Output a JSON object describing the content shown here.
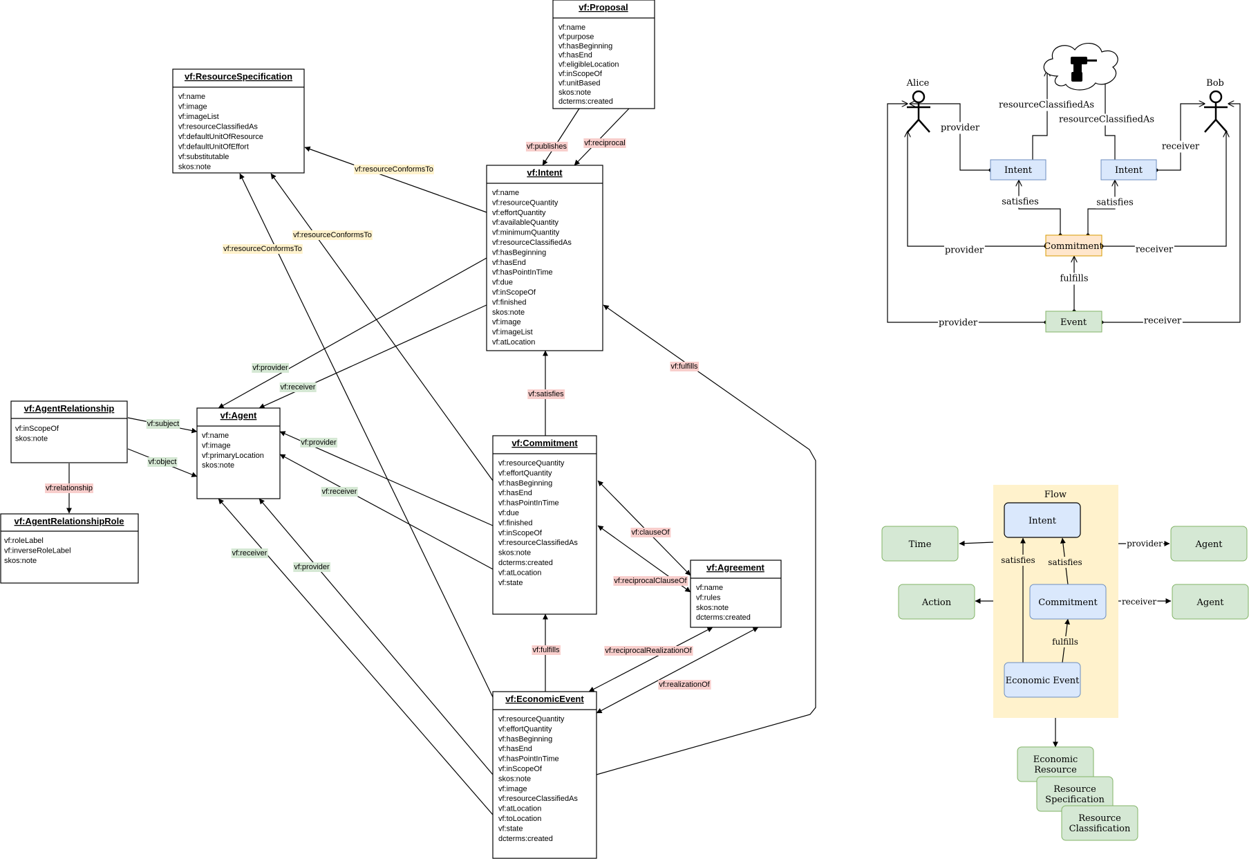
{
  "classes": {
    "proposal": {
      "title": "vf:Proposal",
      "attrs": [
        "vf:name",
        "vf:purpose",
        "vf:hasBeginning",
        "vf:hasEnd",
        "vf:eligibleLocation",
        "vf:inScopeOf",
        "vf:unitBased",
        "skos:note",
        "dcterms:created"
      ]
    },
    "resource_specification": {
      "title": "vf:ResourceSpecification",
      "attrs": [
        "vf:name",
        "vf:image",
        "vf:imageList",
        "vf:resourceClassifiedAs",
        "vf:defaultUnitOfResource",
        "vf:defaultUnitOfEffort",
        "vf:substitutable",
        "skos:note"
      ]
    },
    "intent": {
      "title": "vf:Intent",
      "attrs": [
        "vf:name",
        "vf:resourceQuantity",
        "vf:effortQuantity",
        "vf:availableQuantity",
        "vf:minimumQuantity",
        "vf:resourceClassifiedAs",
        "vf:hasBeginning",
        "vf:hasEnd",
        "vf:hasPointInTime",
        "vf:due",
        "vf:inScopeOf",
        "vf:finished",
        "skos:note",
        "vf:image",
        "vf:imageList",
        "vf:atLocation"
      ]
    },
    "agent_relationship": {
      "title": "vf:AgentRelationship",
      "attrs": [
        "vf:inScopeOf",
        "skos:note"
      ]
    },
    "agent": {
      "title": "vf:Agent",
      "attrs": [
        "vf:name",
        "vf:image",
        "vf:primaryLocation",
        "skos:note"
      ]
    },
    "agent_relationship_role": {
      "title": "vf:AgentRelationshipRole",
      "attrs": [
        "vf:roleLabel",
        "vf:inverseRoleLabel",
        "skos:note"
      ]
    },
    "commitment": {
      "title": "vf:Commitment",
      "attrs": [
        "vf:resourceQuantity",
        "vf:effortQuantity",
        "vf:hasBeginning",
        "vf:hasEnd",
        "vf:hasPointInTime",
        "vf:due",
        "vf:finished",
        "vf:inScopeOf",
        "vf:resourceClassifiedAs",
        "skos:note",
        "dcterms:created",
        "vf:atLocation",
        "vf:state"
      ]
    },
    "agreement": {
      "title": "vf:Agreement",
      "attrs": [
        "vf:name",
        "vf:rules",
        "skos:note",
        "dcterms:created"
      ]
    },
    "economic_event": {
      "title": "vf:EconomicEvent",
      "attrs": [
        "vf:resourceQuantity",
        "vf:effortQuantity",
        "vf:hasBeginning",
        "vf:hasEnd",
        "vf:hasPointInTime",
        "vf:inScopeOf",
        "skos:note",
        "vf:image",
        "vf:resourceClassifiedAs",
        "vf:atLocation",
        "vf:toLocation",
        "vf:state",
        "dcterms:created"
      ]
    }
  },
  "edge_labels": {
    "publishes": "vf:publishes",
    "reciprocal": "vf:reciprocal",
    "resource_conforms_to_1": "vf:resourceConformsTo",
    "resource_conforms_to_2": "vf:resourceConformsTo",
    "resource_conforms_to_3": "vf:resourceConformsTo",
    "intent_provider": "vf:provider",
    "intent_receiver": "vf:receiver",
    "intent_fulfills": "vf:fulfills",
    "satisfies": "vf:satisfies",
    "subject": "vf:subject",
    "object": "vf:object",
    "relationship": "vf:relationship",
    "commitment_provider": "vf:provider",
    "commitment_receiver": "vf:receiver",
    "clause_of": "vf:clauseOf",
    "reciprocal_clause_of": "vf:reciprocalClauseOf",
    "event_fulfills": "vf:fulfills",
    "reciprocal_realization_of": "vf:reciprocalRealizationOf",
    "realization_of": "vf:realizationOf",
    "event_receiver": "vf:receiver",
    "event_provider": "vf:provider"
  },
  "scenario": {
    "alice": "Alice",
    "bob": "Bob",
    "intent_left": "Intent",
    "intent_right": "Intent",
    "commitment": "Commitment",
    "event": "Event",
    "provider_top": "provider",
    "receiver_top": "receiver",
    "resource_classified_as_left": "resourceClassifiedAs",
    "resource_classified_as_right": "resourceClassifiedAs",
    "satisfies_left": "satisfies",
    "satisfies_right": "satisfies",
    "provider_mid": "provider",
    "receiver_mid": "receiver",
    "fulfills": "fulfills",
    "provider_bottom": "provider",
    "receiver_bottom": "receiver"
  },
  "flow": {
    "title": "Flow",
    "intent": "Intent",
    "commitment": "Commitment",
    "economic_event": "Economic Event",
    "satisfies_left": "satisfies",
    "satisfies_right": "satisfies",
    "fulfills": "fulfills",
    "time": "Time",
    "action": "Action",
    "agent_provider": "Agent",
    "agent_receiver": "Agent",
    "provider": "provider",
    "receiver": "receiver",
    "economic_resource": [
      "Economic",
      "Resource"
    ],
    "resource_specification": [
      "Resource",
      "Specification"
    ],
    "resource_classification": [
      "Resource",
      "Classification"
    ]
  },
  "colors": {
    "label_red": "#f8cecc",
    "label_green": "#d5e8d4",
    "label_yellow": "#fff2cc",
    "blue_fill": "#dae8fc",
    "blue_stroke": "#6c8ebf",
    "green_fill": "#d5e8d4",
    "green_stroke": "#82b366",
    "orange_fill": "#ffe6cc",
    "orange_stroke": "#d79b00",
    "flow_bg": "#fff2cc"
  }
}
